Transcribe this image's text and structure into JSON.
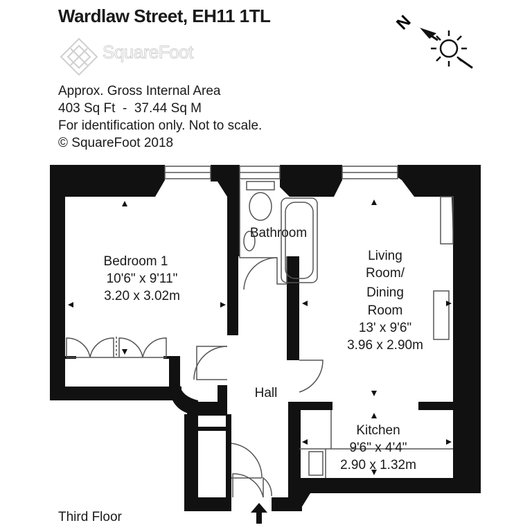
{
  "header": {
    "title": "Wardlaw Street, EH11 1TL"
  },
  "brand": {
    "name": "SquareFoot",
    "logo_icon": "squarefoot-logo-icon"
  },
  "info": {
    "area_label": "Approx. Gross Internal Area",
    "area_value": "403 Sq Ft  -  37.44 Sq M",
    "disclaimer": "For identification only. Not to scale.",
    "copyright": "© SquareFoot 2018"
  },
  "compass": {
    "direction": "N",
    "icons": [
      "north-arrow-icon",
      "sun-icon"
    ]
  },
  "rooms": {
    "bedroom": {
      "name": "Bedroom 1",
      "dim_imperial": "10'6\" x 9'11\"",
      "dim_metric": "3.20 x 3.02m"
    },
    "bathroom": {
      "name": "Bathroom"
    },
    "living": {
      "name_lines": [
        "Living",
        "Room/",
        "Dining",
        "Room"
      ],
      "dim_imperial": "13' x 9'6\"",
      "dim_metric": "3.96 x 2.90m"
    },
    "hall": {
      "name": "Hall"
    },
    "kitchen": {
      "name": "Kitchen",
      "dim_imperial": "9'6\" x 4'4\"",
      "dim_metric": "2.90 x 1.32m"
    }
  },
  "floor": {
    "label": "Third Floor"
  },
  "colors": {
    "wall": "#111111",
    "text": "#1a1a1a",
    "brand_outline": "#cfcfcf"
  }
}
